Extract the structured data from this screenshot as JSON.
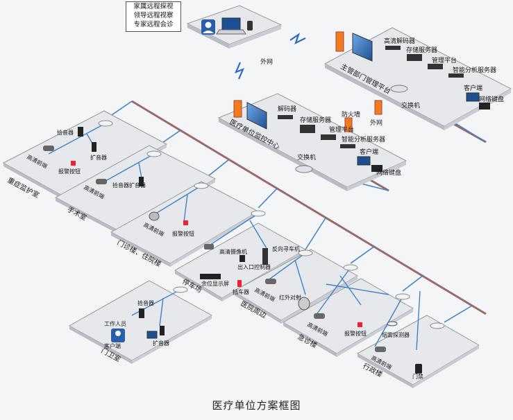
{
  "caption": "医疗单位方案框图",
  "remote_services": [
    "家属远程探视",
    "领导远程视察",
    "专家远程会诊"
  ],
  "links": {
    "external_net_1": "外网",
    "external_net_2": "外网"
  },
  "competent_platform": {
    "title": "主管部门管理平台",
    "devices": [
      "高清解码器",
      "存储服务器",
      "管理平台",
      "智能分析服务器",
      "客户端",
      "网络键盘"
    ],
    "switch": "交换机"
  },
  "monitoring_center": {
    "title": "医疗单位监控中心",
    "devices": [
      "解码器",
      "存储服务器",
      "管理平台",
      "智能分析服务器",
      "客户端",
      "网络键盘"
    ],
    "firewall": "防火墙",
    "switch": "交换机"
  },
  "zones": {
    "icu": {
      "title": "重症监护室",
      "devices": [
        "拾音器",
        "高清前端",
        "报警按钮",
        "扩音器"
      ]
    },
    "surgery": {
      "title": "手术室",
      "devices": [
        "高清前端",
        "拾音器扩音器"
      ]
    },
    "outpatient": {
      "title": "门诊楼、住院楼",
      "devices": [
        "高清前端",
        "报警按钮"
      ]
    },
    "parking": {
      "title": "停车场",
      "devices": [
        "高清摄像机",
        "出入口控制器",
        "反向寻车机",
        "余位显示屏",
        "挡车器"
      ]
    },
    "perimeter": {
      "title": "医院周边",
      "devices": [
        "高清前端",
        "红外对射"
      ]
    },
    "emergency": {
      "title": "急诊楼",
      "devices": [
        "高清前端",
        "报警按钮",
        "烟雾探测器"
      ]
    },
    "admin": {
      "title": "行政楼",
      "devices": [
        "高清前端",
        "门禁"
      ]
    },
    "gate": {
      "title": "门卫室",
      "devices": [
        "拾音器",
        "工作人员",
        "客户端",
        "扩音器"
      ]
    }
  },
  "colors": {
    "plate_top": "#e6e8ec",
    "plate_side": "#b9bcc3",
    "trunk": "#9a6a6a",
    "cable": "#3d83c9",
    "firewall": "#f07c1e",
    "monitor": "#2a5fa8"
  }
}
